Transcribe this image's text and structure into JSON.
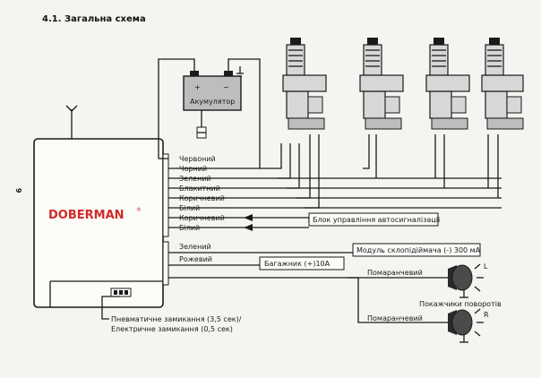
{
  "title": "4.1. Загальна схема",
  "page_number": "9",
  "brand": "DOBERMAN",
  "brand_mark": "®",
  "battery_label": "Акумулятор",
  "battery_plus": "+",
  "battery_minus": "−",
  "wires_top": [
    "Червоний",
    "Чорний",
    "Зелений",
    "Блакитний",
    "Коричневий",
    "Білий",
    "Коричневий",
    "Білий"
  ],
  "wires_bottom": [
    "Зелений",
    "Рожевий"
  ],
  "box_alarm": "Блок управління автосигналізації",
  "box_window": "Модуль склопідіймача (-) 300 мА",
  "box_trunk": "Багажник (+)10А",
  "orange_1": "Помаранчевий",
  "orange_2": "Помаранчевий",
  "lamp_l": "L",
  "lamp_r": "R",
  "turn_signals": "Покажчики поворотів",
  "footnote_1": "Пневматичне замикання (3,5 сек)/",
  "footnote_2": "Електричне замикання (0,5 сек)"
}
